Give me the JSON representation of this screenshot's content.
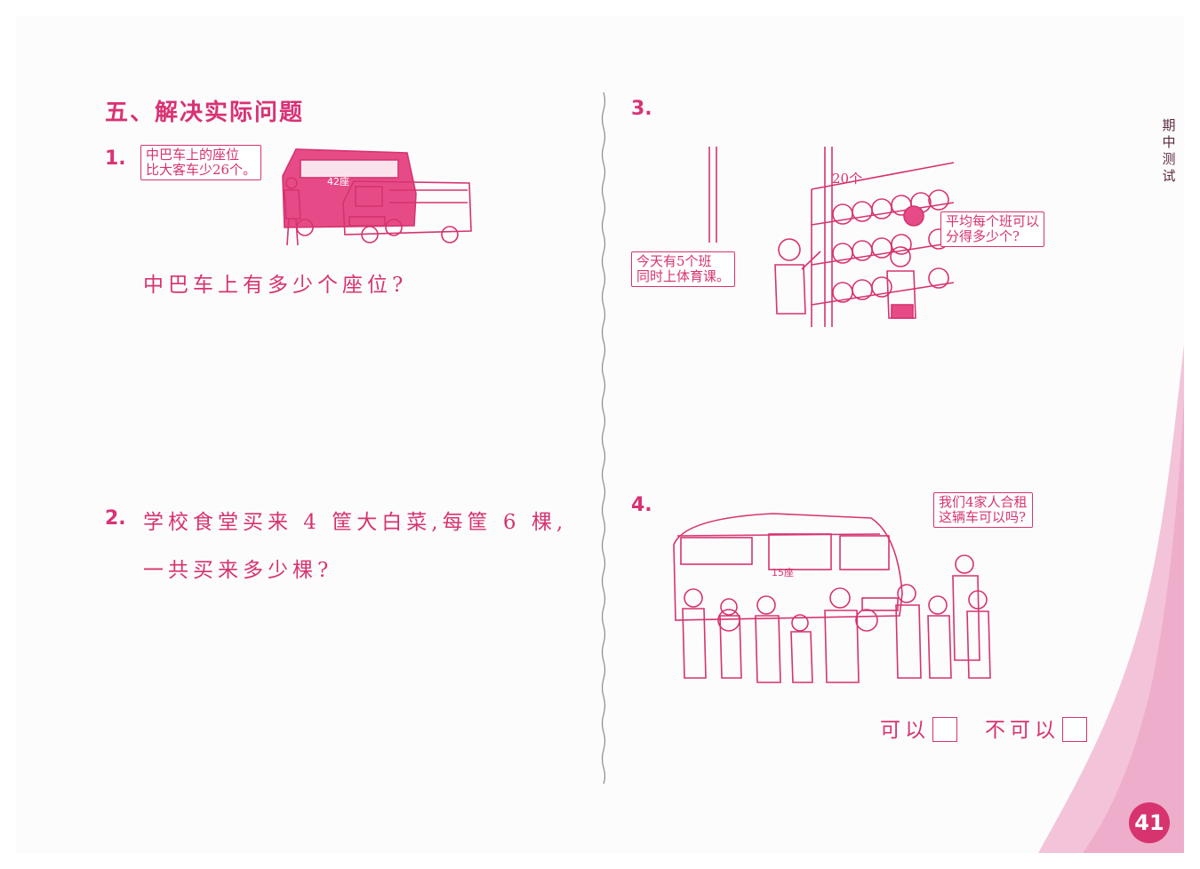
{
  "section_title": "五、解决实际问题",
  "q1": {
    "number": "1.",
    "bubble": [
      "中巴车上的座位",
      "比大客车少26个。"
    ],
    "bus_label": "42座",
    "question": "中巴车上有多少个座位?"
  },
  "q2": {
    "number": "2.",
    "line1": "学校食堂买来 4 筐大白菜,每筐 6 棵,",
    "line2": "一共买来多少棵?"
  },
  "q3": {
    "number": "3.",
    "shelf_label": "20个",
    "bubble_left": [
      "今天有5个班",
      "同时上体育课。"
    ],
    "bubble_right": [
      "平均每个班可以",
      "分得多少个?"
    ]
  },
  "q4": {
    "number": "4.",
    "bus_label": "15座",
    "bubble": [
      "我们4家人合租",
      "这辆车可以吗?"
    ],
    "option_yes": "可以",
    "option_no": "不可以"
  },
  "side_label": [
    "期",
    "中",
    "测",
    "试"
  ],
  "page_number": "41",
  "colors": {
    "accent": "#d6336f",
    "band": "#f3bfd6"
  }
}
